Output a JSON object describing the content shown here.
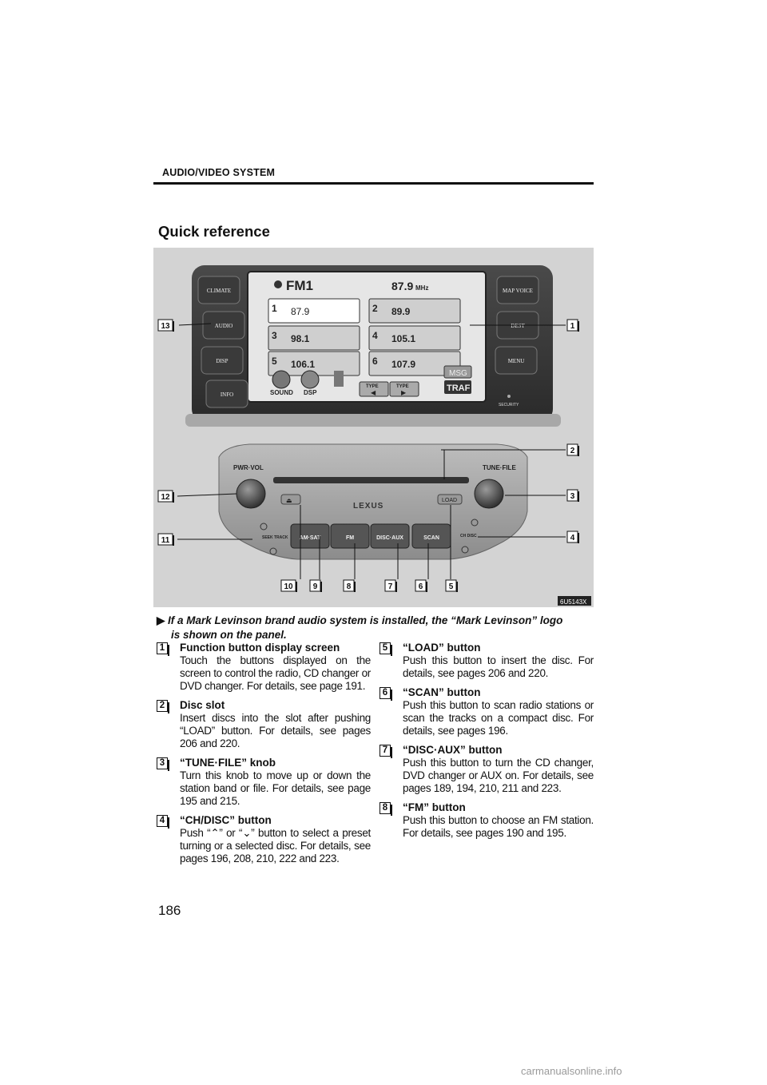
{
  "header": {
    "section": "AUDIO/VIDEO SYSTEM",
    "title": "Quick reference"
  },
  "figure": {
    "screen": {
      "band": "FM1",
      "frequency": "87.9",
      "frequency_unit": "MHz",
      "presets": [
        {
          "num": "1",
          "value": "87.9"
        },
        {
          "num": "2",
          "value": "89.9"
        },
        {
          "num": "3",
          "value": "98.1"
        },
        {
          "num": "4",
          "value": "105.1"
        },
        {
          "num": "5",
          "value": "106.1"
        },
        {
          "num": "6",
          "value": "107.9"
        }
      ],
      "sound": "SOUND",
      "dsp": "DSP",
      "type": "TYPE",
      "msg": "MSG",
      "traf": "TRAF"
    },
    "left_buttons": [
      "CLIMATE",
      "AUDIO",
      "DISP",
      "INFO"
    ],
    "right_buttons": [
      "MAP VOICE",
      "DEST",
      "MENU"
    ],
    "security": "SECURITY",
    "knob_left": "PWR·VOL",
    "knob_right": "TUNE·FILE",
    "load": "LOAD",
    "logo": "LEXUS",
    "seek": "SEEK TRACK",
    "ch": "CH DISC",
    "bottom_buttons": [
      "AM·SAT",
      "FM",
      "DISC·AUX",
      "SCAN"
    ],
    "callouts": [
      "1",
      "2",
      "3",
      "4",
      "5",
      "6",
      "7",
      "8",
      "9",
      "10",
      "11",
      "12",
      "13"
    ],
    "code": "6U5143X"
  },
  "caption": {
    "line1": "If a Mark Levinson brand audio system is installed,  the “Mark Levinson” logo",
    "line2": "is shown on the panel."
  },
  "items_left": [
    {
      "num": "1",
      "title": "Function button display screen",
      "body": "Touch the buttons displayed on the screen to control the radio, CD changer or DVD changer. For details, see page 191."
    },
    {
      "num": "2",
      "title": "Disc slot",
      "body": "Insert discs into the slot after pushing “LOAD” button.  For details, see pages 206 and 220."
    },
    {
      "num": "3",
      "title": "“TUNE·FILE” knob",
      "body": "Turn this knob to move up or down the station band or file.  For details, see page 195 and 215."
    },
    {
      "num": "4",
      "title": "“CH/DISC” button",
      "body": "Push “⌃” or “⌄” button to select a preset turning or a selected disc.  For details, see pages 196, 208, 210, 222 and 223."
    }
  ],
  "items_right": [
    {
      "num": "5",
      "title": "“LOAD” button",
      "body": "Push this button to insert the disc. For details, see pages 206 and 220."
    },
    {
      "num": "6",
      "title": "“SCAN” button",
      "body": "Push this button to scan radio stations or scan the tracks on a compact disc.  For details, see pages 196."
    },
    {
      "num": "7",
      "title": "“DISC·AUX” button",
      "body": "Push this button to turn the CD changer, DVD changer or AUX on. For details, see pages 189, 194, 210, 211 and 223."
    },
    {
      "num": "8",
      "title": "“FM” button",
      "body": "Push this button to choose an FM station.  For details, see pages 190 and 195."
    }
  ],
  "page_number": "186",
  "watermark": "carmanualsonline.info"
}
